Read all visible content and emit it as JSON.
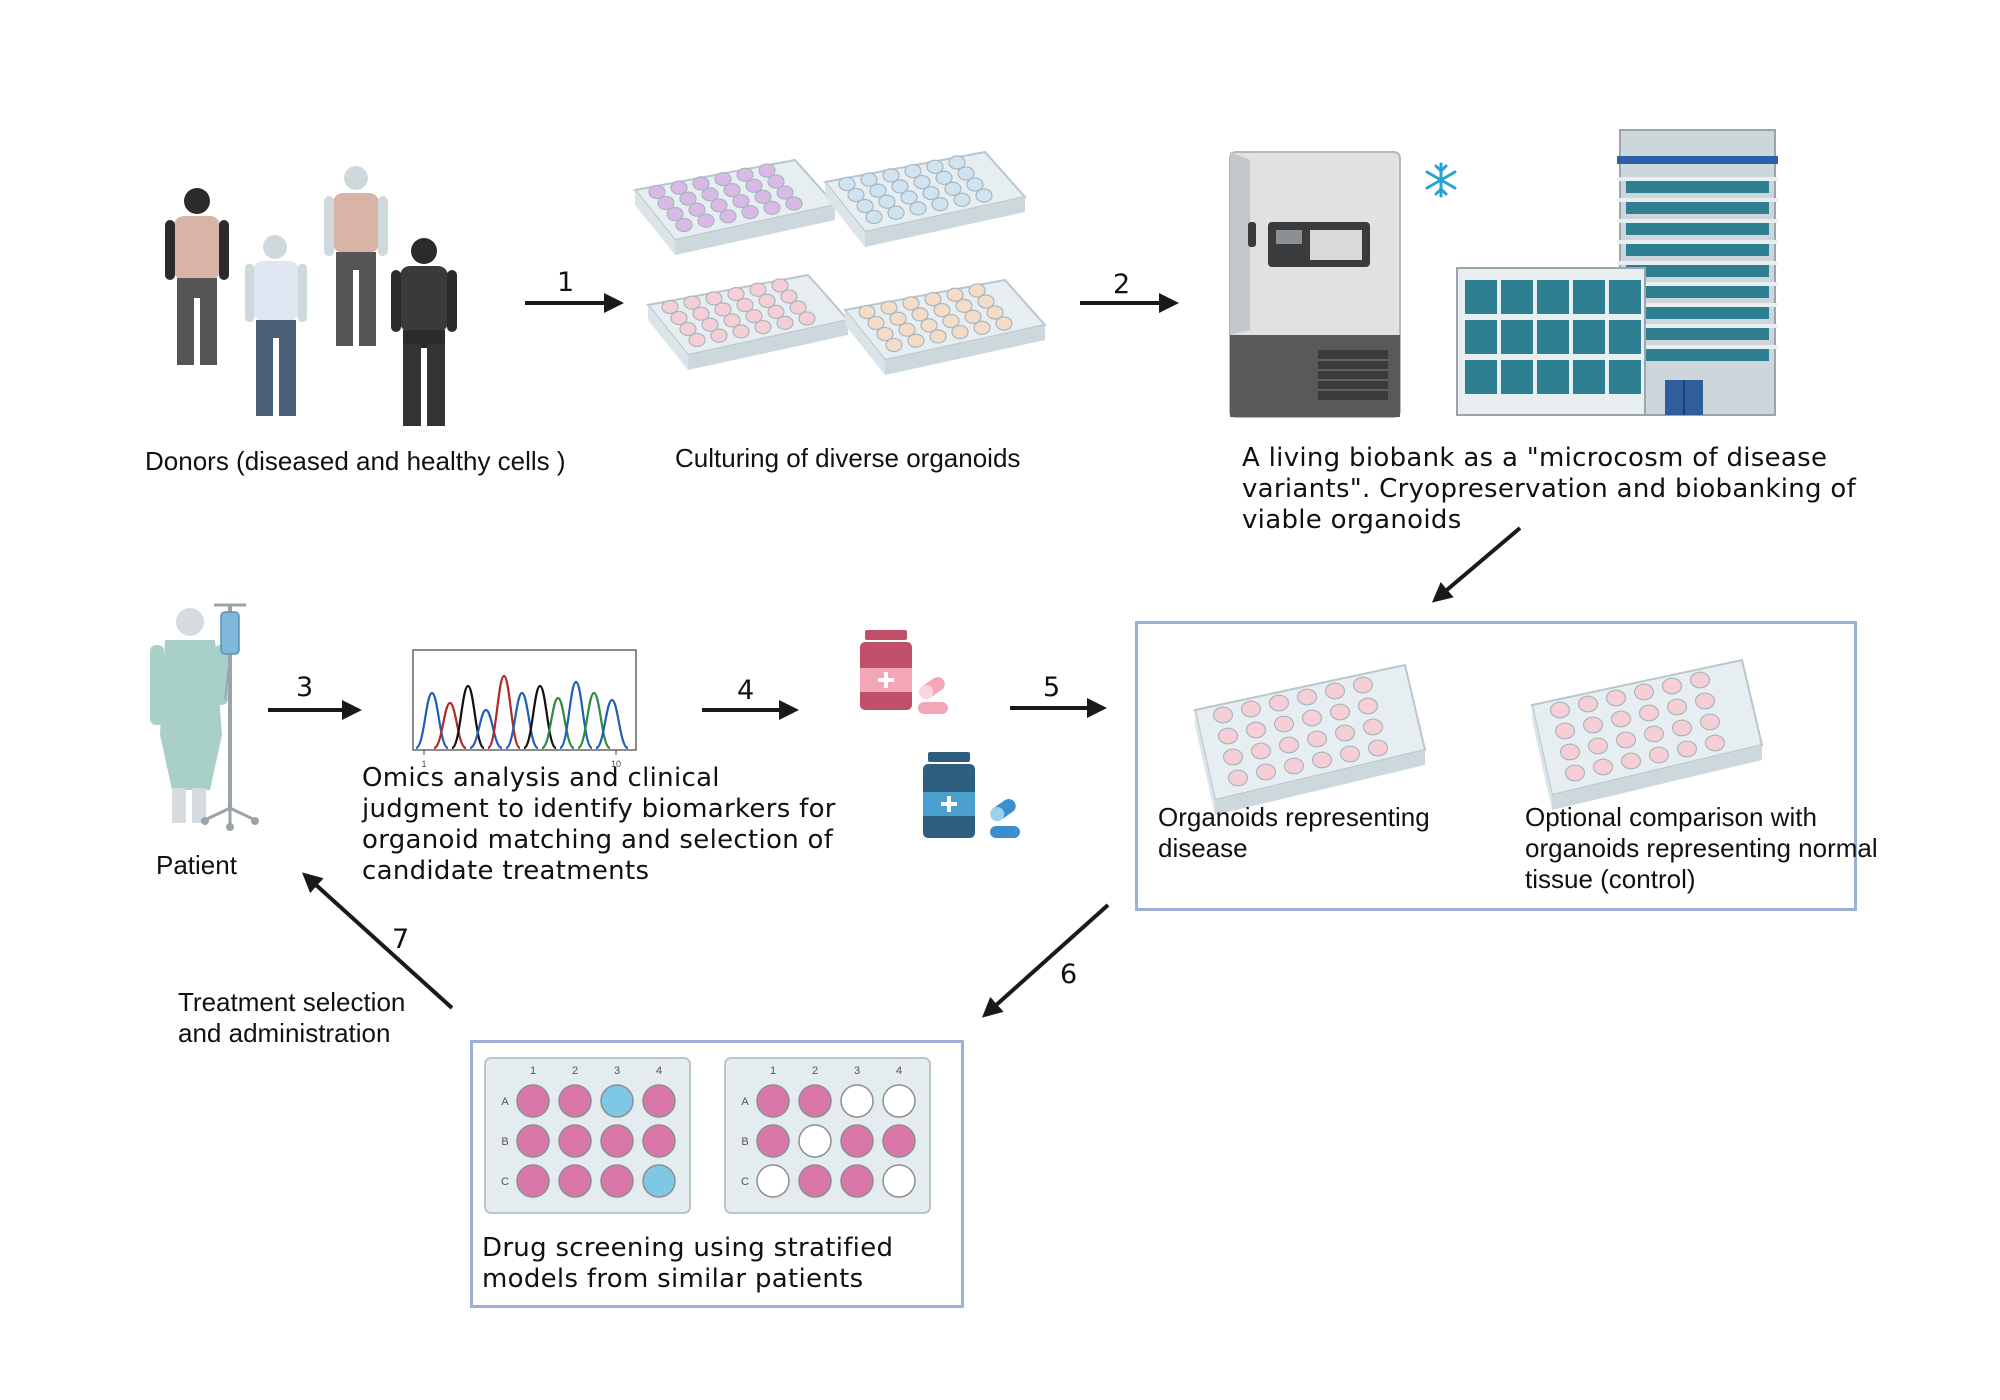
{
  "labels": {
    "donors": "Donors (diseased and healthy cells )",
    "culturing": "Culturing of diverse organoids",
    "biobank": [
      "A living biobank as a \"microcosm of disease",
      "variants\". Cryopreservation and biobanking of",
      "viable organoids"
    ],
    "patient": "Patient",
    "omics": [
      "Omics analysis and clinical",
      "judgment to identify biomarkers for",
      "organoid matching and selection of",
      "candidate treatments"
    ],
    "organoids_disease": [
      "Organoids representing",
      "disease"
    ],
    "organoids_control": [
      "Optional comparison with",
      "organoids representing normal",
      "tissue (control)"
    ],
    "drug_screening": [
      "Drug screening using stratified",
      "models from similar patients"
    ],
    "treatment": [
      "Treatment selection",
      "and administration"
    ]
  },
  "steps": [
    "1",
    "2",
    "3",
    "4",
    "5",
    "6",
    "7"
  ],
  "plate_labels": {
    "columns": [
      "1",
      "2",
      "3",
      "4"
    ],
    "rows": [
      "A",
      "B",
      "C"
    ]
  },
  "chromatogram_ticks": [
    "1",
    "10"
  ],
  "screening_plates": [
    [
      [
        "pink",
        "pink",
        "blue",
        "pink"
      ],
      [
        "pink",
        "pink",
        "pink",
        "pink"
      ],
      [
        "pink",
        "pink",
        "pink",
        "blue"
      ]
    ],
    [
      [
        "pink",
        "pink",
        "white",
        "white"
      ],
      [
        "pink",
        "white",
        "pink",
        "pink"
      ],
      [
        "white",
        "pink",
        "pink",
        "white"
      ]
    ]
  ],
  "colors": {
    "arrow": "#1a1a1a",
    "box_border": "#9fb0d8",
    "pink": "#d977a8",
    "blue": "#7ec8e6",
    "white": "#ffffff",
    "purple_well": "#d9b9e6",
    "blue_well": "#cfe4f0",
    "pink_well": "#f6cfd6",
    "peach_well": "#f3dcc8",
    "building_teal": "#2f7f93",
    "drug_red": "#c0506a",
    "drug_blue": "#2e5f7f"
  },
  "icons": [
    "snowflake-icon",
    "freezer-icon",
    "building-icon",
    "iv-pole-icon",
    "pill-bottle-icon",
    "capsule-icon"
  ]
}
